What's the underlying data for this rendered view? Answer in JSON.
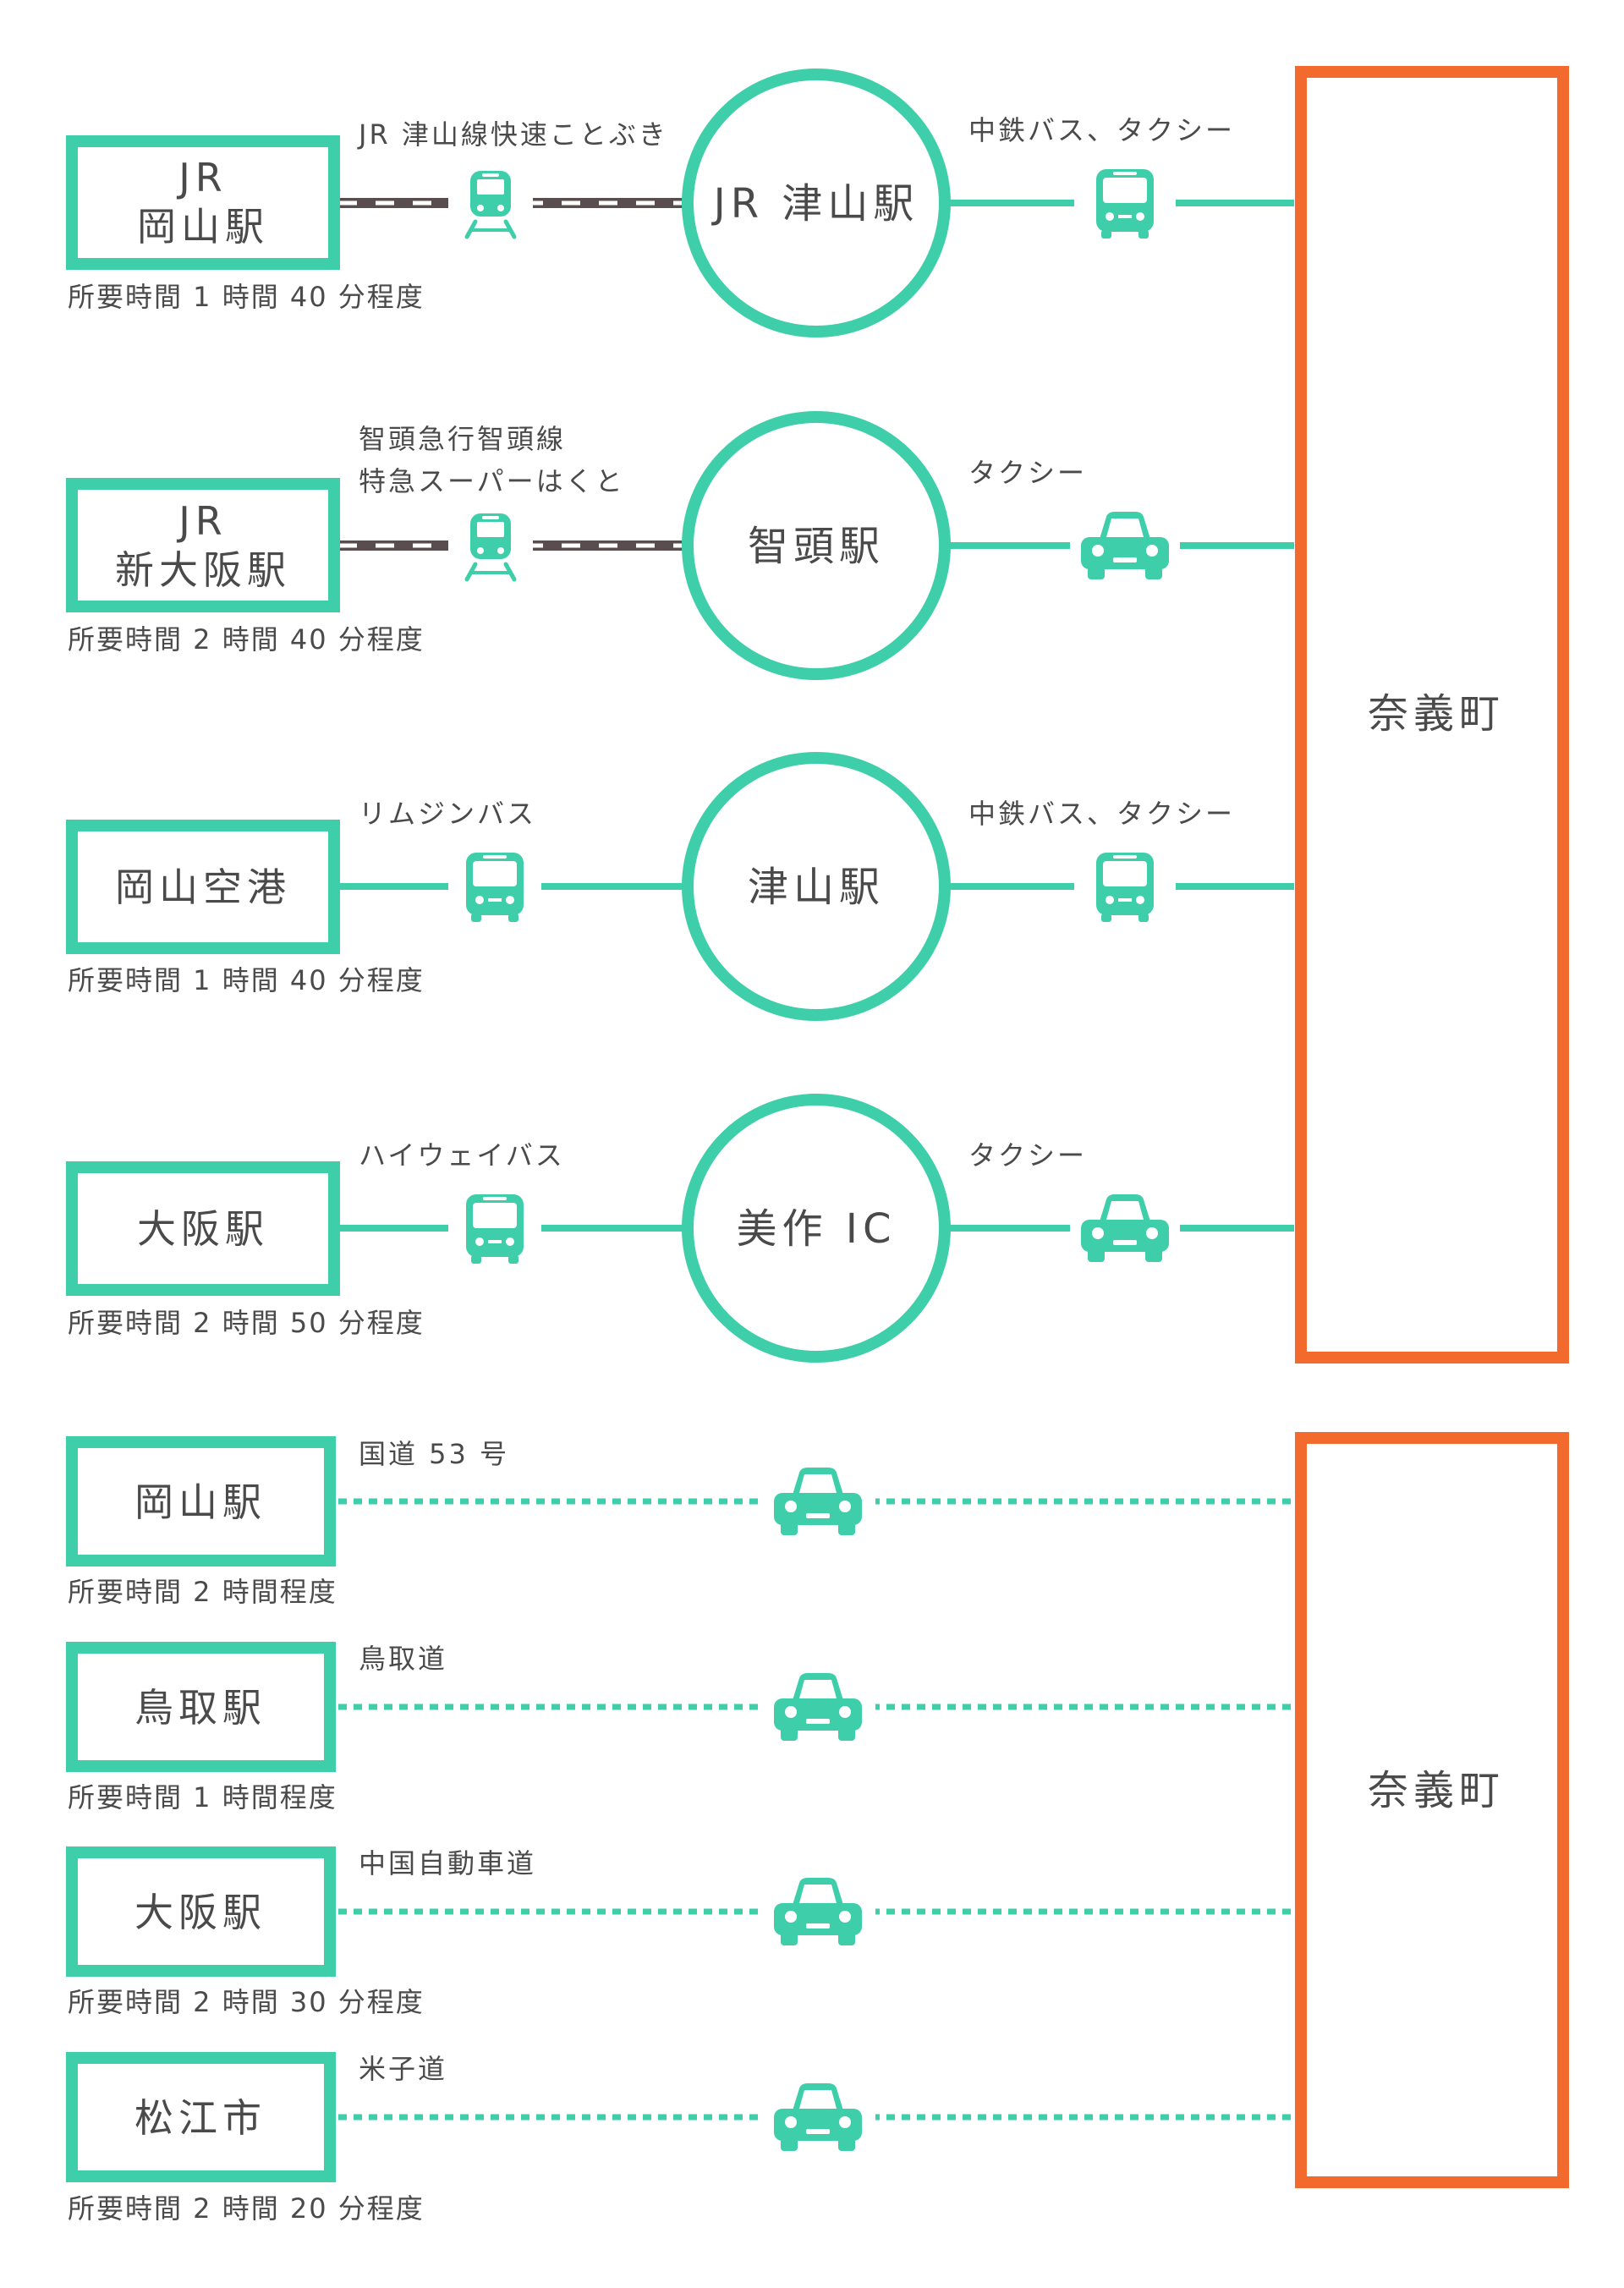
{
  "colors": {
    "green": "#3ecfaa",
    "orange": "#f26a2e",
    "text": "#4a4a4a",
    "rail": "#5a4d4d"
  },
  "public_routes": [
    {
      "origin": [
        "JR",
        "岡山駅"
      ],
      "route": [
        "JR 津山線快速ことぶき"
      ],
      "mode": "train",
      "hub": "JR 津山駅",
      "last_leg": "中鉄バス、タクシー",
      "last_mode": "bus",
      "time": "所要時間 1 時間 40 分程度"
    },
    {
      "origin": [
        "JR",
        "新大阪駅"
      ],
      "route": [
        "智頭急行智頭線",
        "特急スーパーはくと"
      ],
      "mode": "train",
      "hub": "智頭駅",
      "last_leg": "タクシー",
      "last_mode": "car",
      "time": "所要時間 2 時間 40 分程度"
    },
    {
      "origin": [
        "岡山空港"
      ],
      "route": [
        "リムジンバス"
      ],
      "mode": "bus",
      "hub": "津山駅",
      "last_leg": "中鉄バス、タクシー",
      "last_mode": "bus",
      "time": "所要時間 1 時間 40 分程度"
    },
    {
      "origin": [
        "大阪駅"
      ],
      "route": [
        "ハイウェイバス"
      ],
      "mode": "bus",
      "hub": "美作 IC",
      "last_leg": "タクシー",
      "last_mode": "car",
      "time": "所要時間 2 時間 50 分程度"
    }
  ],
  "car_routes": [
    {
      "origin": "岡山駅",
      "road": "国道 53 号",
      "time": "所要時間 2 時間程度"
    },
    {
      "origin": "鳥取駅",
      "road": "鳥取道",
      "time": "所要時間 1 時間程度"
    },
    {
      "origin": "大阪駅",
      "road": "中国自動車道",
      "time": "所要時間 2 時間 30 分程度"
    },
    {
      "origin": "松江市",
      "road": "米子道",
      "time": "所要時間 2 時間 20 分程度"
    }
  ],
  "destinations": [
    "奈義町",
    "奈義町"
  ],
  "icons": {
    "train": "train-icon",
    "bus": "bus-icon",
    "car": "car-icon"
  }
}
